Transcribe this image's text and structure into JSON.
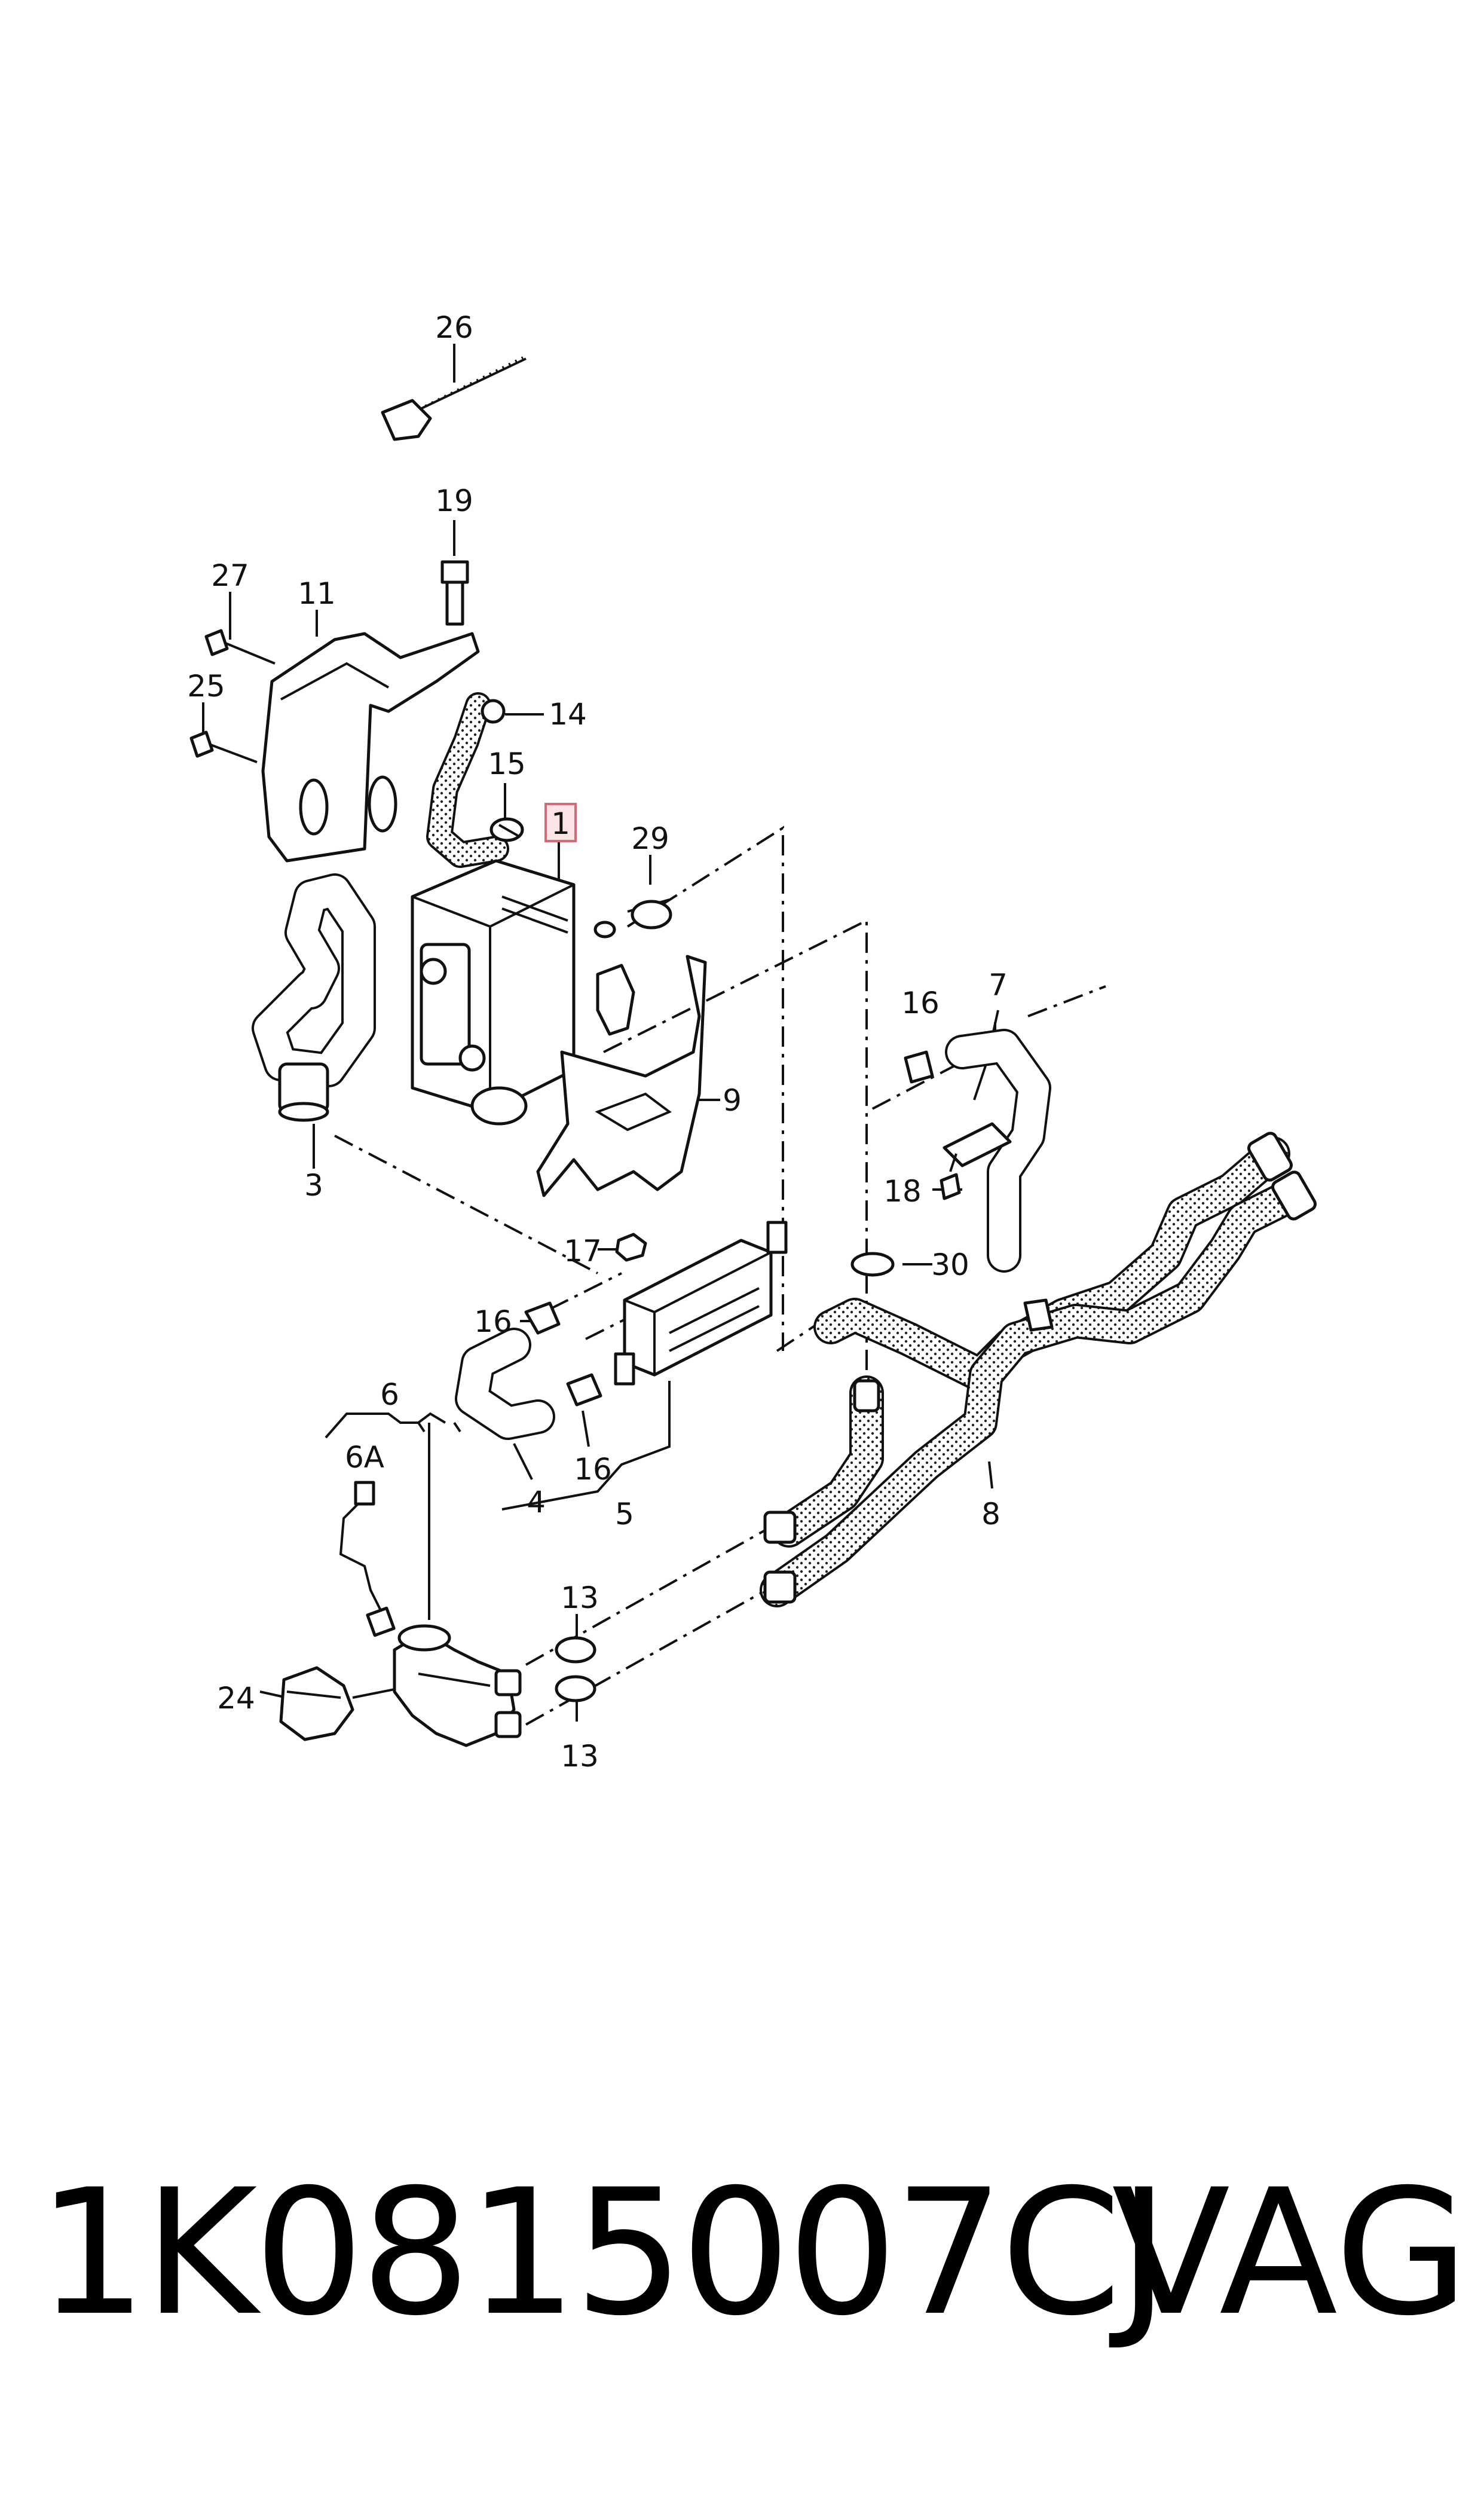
{
  "callouts": {
    "c1": "1",
    "c3": "3",
    "c4": "4",
    "c5": "5",
    "c6": "6",
    "c6a": "6A",
    "c7": "7",
    "c8": "8",
    "c9": "9",
    "c11": "11",
    "c13a": "13",
    "c13b": "13",
    "c14": "14",
    "c15": "15",
    "c16a": "16",
    "c16b": "16",
    "c16c": "16",
    "c17": "17",
    "c18": "18",
    "c19": "19",
    "c24": "24",
    "c25": "25",
    "c26": "26",
    "c27": "27",
    "c29": "29",
    "c30": "30"
  },
  "footer": {
    "part_number": "1K0815007CJ",
    "brand": "VAG"
  },
  "colors": {
    "highlight_fill": "#fbe3e6",
    "highlight_stroke": "#d46a78",
    "ink": "#111111"
  }
}
